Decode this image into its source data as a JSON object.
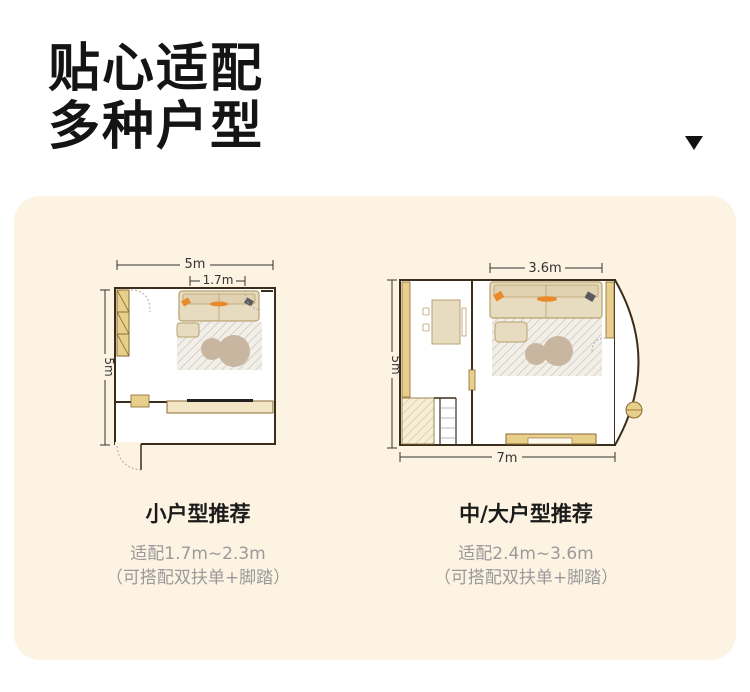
{
  "page": {
    "title_line1": "贴心适配",
    "title_line2": "多种户型"
  },
  "small": {
    "title": "小户型推荐",
    "desc_line1": "适配1.7m~2.3m",
    "desc_line2": "（可搭配双扶单+脚踏）",
    "dim_width": "5m",
    "dim_sofa": "1.7m",
    "dim_height": "5m"
  },
  "large": {
    "title": "中/大户型推荐",
    "desc_line1": "适配2.4m~3.6m",
    "desc_line2": "（可搭配双扶单+脚踏）",
    "dim_sofa": "3.6m",
    "dim_height": "5m",
    "dim_width": "7m"
  },
  "colors": {
    "panel_bg": "#fdf3e2",
    "wall": "#3a2d1c",
    "wood": "#e9cf8c",
    "sofa": "#e8dcc0",
    "sofa_stroke": "#b9a06c",
    "rug": "#d6d3cc",
    "ottoman": "#c9b6a0",
    "orange_pillow": "#e88a2b",
    "gray_pillow": "#5a5a5a"
  }
}
